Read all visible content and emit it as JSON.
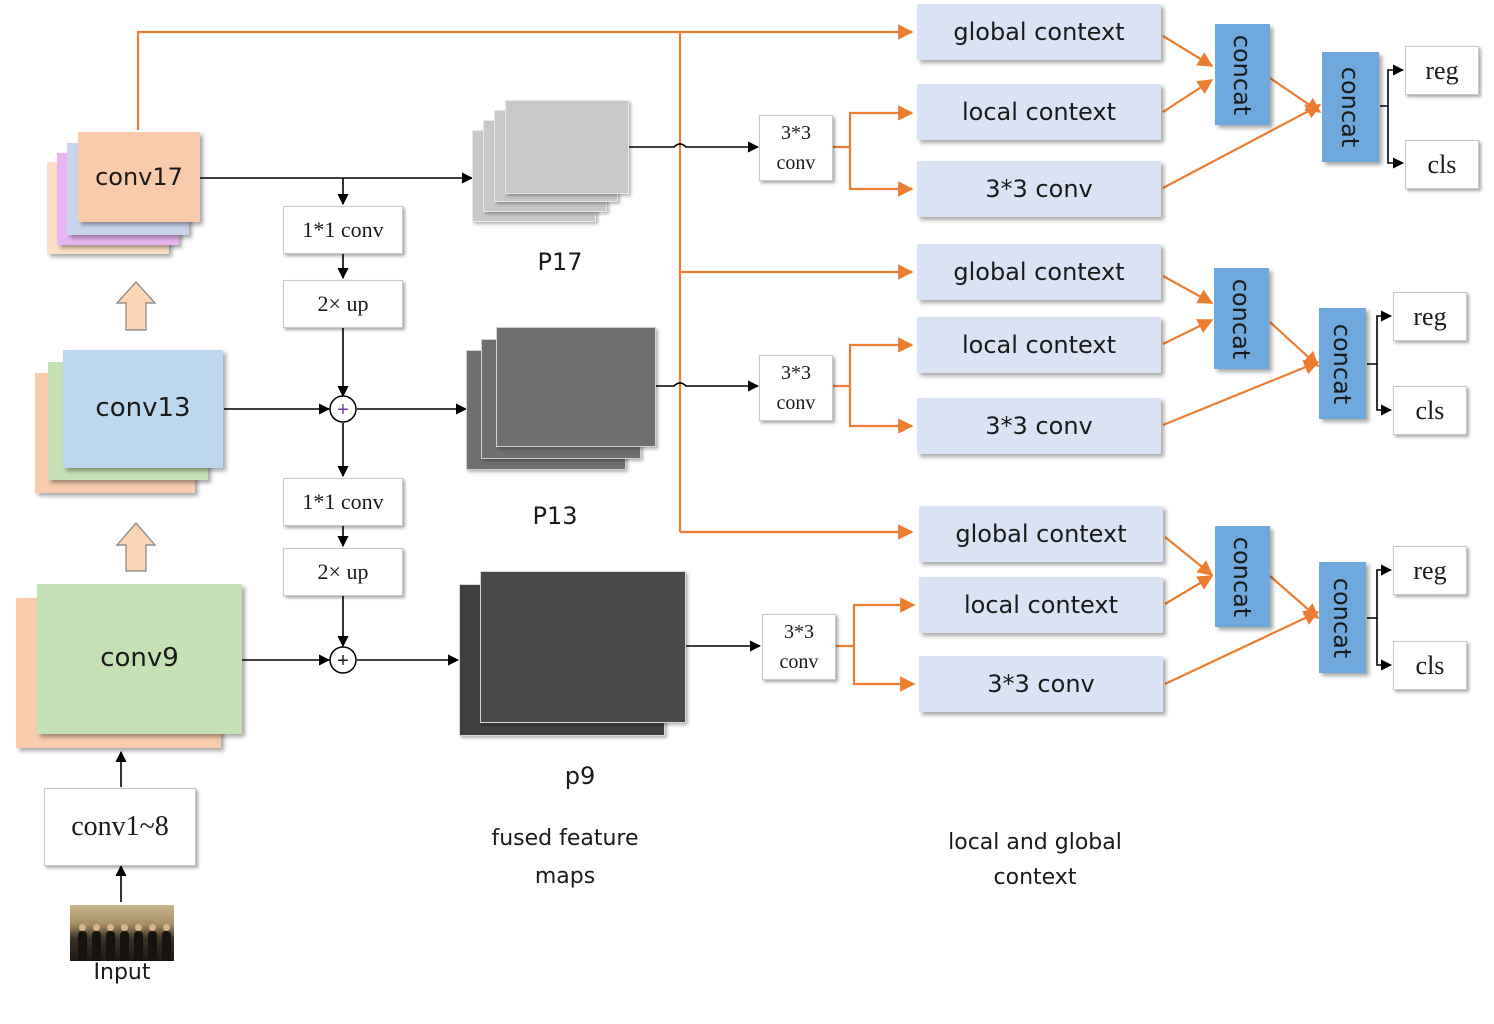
{
  "colors": {
    "orange_line": "#ed7d31",
    "black_line": "#000000",
    "context_box": "#dae3f3",
    "concat_box": "#6fa8dc",
    "conv17": "#f8cbad",
    "conv13": "#bdd7ee",
    "conv9": "#c5e0b4",
    "up_arrow": "#fbd5b5"
  },
  "backbone": {
    "conv17": "conv17",
    "conv13": "conv13",
    "conv9": "conv9",
    "conv1_8": "conv1~8",
    "input": "Input"
  },
  "fusion": {
    "top_1x1": "1*1 conv",
    "top_up": "2× up",
    "bottom_1x1": "1*1 conv",
    "bottom_up": "2× up",
    "plus": "+"
  },
  "feature_maps": {
    "p17": "P17",
    "p13": "P13",
    "p9": "p9",
    "caption_line1": "fused feature",
    "caption_line2": "maps"
  },
  "heads": [
    {
      "conv_line1": "3*3",
      "conv_line2": "conv",
      "global": "global context",
      "local": "local context",
      "conv": "3*3 conv",
      "concat1": "concat",
      "concat2": "concat",
      "reg": "reg",
      "cls": "cls"
    },
    {
      "conv_line1": "3*3",
      "conv_line2": "conv",
      "global": "global context",
      "local": "local context",
      "conv": "3*3 conv",
      "concat1": "concat",
      "concat2": "concat",
      "reg": "reg",
      "cls": "cls"
    },
    {
      "conv_line1": "3*3",
      "conv_line2": "conv",
      "global": "global context",
      "local": "local context",
      "conv": "3*3 conv",
      "concat1": "concat",
      "concat2": "concat",
      "reg": "reg",
      "cls": "cls"
    }
  ],
  "context_caption": {
    "line1": "local and global",
    "line2": "context"
  }
}
